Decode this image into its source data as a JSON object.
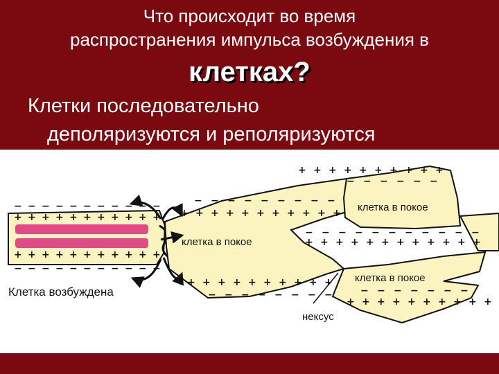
{
  "slide": {
    "title_line1": "Что происходит во время",
    "title_line2": "распространения импульса возбуждения в",
    "title_line3": "клетках?",
    "body_line1": "Клетки последовательно",
    "body_line2": "деполяризуются и реполяризуются"
  },
  "diagram": {
    "label_excited": "Клетка возбуждена",
    "label_rest_center": "клетка в покое",
    "label_rest_top": "клетка в покое",
    "label_rest_bottom": "клетка в покое",
    "label_nexus": "нексус"
  },
  "colors": {
    "background": "#7a0a0f",
    "cell_fill": "#fbf3c0",
    "excitation_band": "#e24a86"
  }
}
